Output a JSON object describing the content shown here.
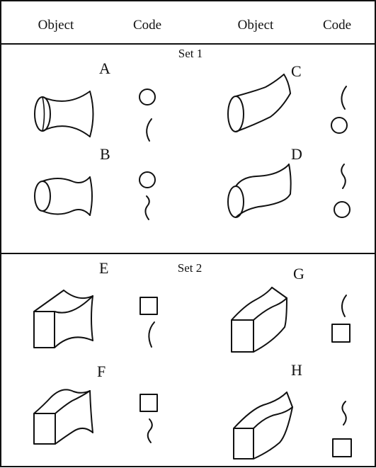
{
  "header": {
    "col1": "Object",
    "col2": "Code",
    "col3": "Object",
    "col4": "Code"
  },
  "sets": [
    {
      "title": "Set 1",
      "items": [
        {
          "label": "A",
          "object": "cylinder-concave",
          "code": [
            "circle",
            "curve-concave"
          ]
        },
        {
          "label": "B",
          "object": "cylinder-wavy",
          "code": [
            "circle",
            "curve-wavy"
          ]
        },
        {
          "label": "C",
          "object": "cylinder-concave-bent",
          "code": [
            "curve-concave",
            "circle"
          ]
        },
        {
          "label": "D",
          "object": "cylinder-wavy-bent",
          "code": [
            "curve-wavy",
            "circle"
          ]
        }
      ]
    },
    {
      "title": "Set 2",
      "items": [
        {
          "label": "E",
          "object": "box-concave",
          "code": [
            "square",
            "curve-concave"
          ]
        },
        {
          "label": "F",
          "object": "box-wavy",
          "code": [
            "square",
            "curve-wavy"
          ]
        },
        {
          "label": "G",
          "object": "box-concave-bent",
          "code": [
            "curve-concave",
            "square"
          ]
        },
        {
          "label": "H",
          "object": "box-wavy-bent",
          "code": [
            "curve-wavy",
            "square"
          ]
        }
      ]
    }
  ]
}
